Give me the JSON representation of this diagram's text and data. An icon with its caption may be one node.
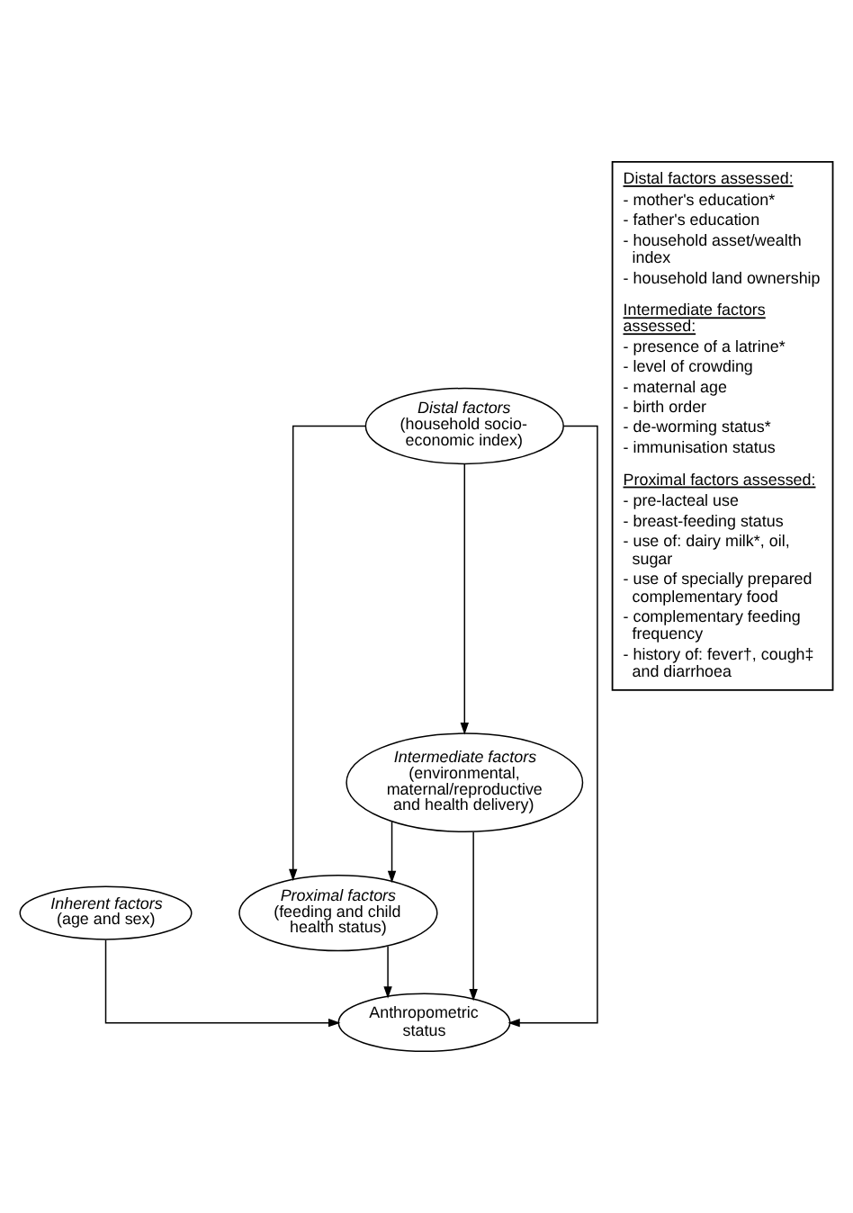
{
  "diagram": {
    "nodes": [
      {
        "text": [
          "Inherent factors",
          "(age and sex)"
        ]
      },
      {
        "text": [
          "Distal factors",
          "(household socio-economic index)"
        ]
      },
      {
        "text": [
          "Intermediate factors",
          "(environmental, maternal/reproductive and health delivery)"
        ]
      },
      {
        "text": [
          "Proximal factors",
          "(feeding and child health status)"
        ]
      },
      {
        "text": [
          "Anthropometric status"
        ]
      },
      {
        "text": [
          "Distal factors assessed:",
          "- mother's education*",
          "- father's education",
          "- household asset/wealth index",
          "- household land ownership",
          "Intermediate factors assessed:",
          "- presence of a latrine*",
          "- level of crowding",
          "- maternal age",
          "- birth order",
          "- de-worming status*",
          "- immunisation status",
          "Proximal factors assessed:",
          "- pre-lacteal use",
          "- breast-feeding status",
          "- use of: dairy milk*, oil, sugar",
          "- use of specially prepared complementary food",
          "- complementary feeding frequency",
          "- history of: fever†, cough‡ and diarrhoea"
        ]
      }
    ],
    "edges": [
      {
        "from": 0,
        "to": 4,
        "arrow": "to"
      },
      {
        "from": 1,
        "to": 4,
        "arrow": "to"
      },
      {
        "from": 1,
        "to": 3,
        "arrow": "to"
      },
      {
        "from": 1,
        "to": 2,
        "arrow": "to"
      },
      {
        "from": 2,
        "to": 3,
        "arrow": "to"
      },
      {
        "from": 2,
        "to": 4,
        "arrow": "to"
      },
      {
        "from": 3,
        "to": 4,
        "arrow": "to"
      }
    ]
  }
}
